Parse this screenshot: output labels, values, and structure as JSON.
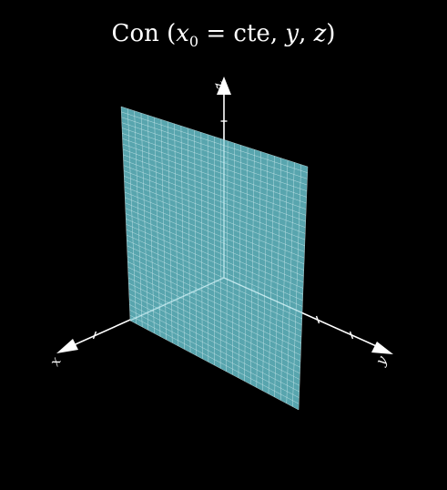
{
  "title": {
    "prefix": "Con (",
    "x_var": "x",
    "x_sub": "0",
    "middle": " = cte, ",
    "y_var": "y",
    "sep": ", ",
    "z_var": "z",
    "suffix": ")"
  },
  "axes": {
    "x_label": "x",
    "y_label": "y",
    "z_label": "z"
  },
  "plane": {
    "description_equation": "x0 = cte",
    "fill_color": "#5fb3bd",
    "grid_color": "#d8f0f3",
    "grid_divisions_u": 28,
    "grid_divisions_v": 40
  },
  "colors": {
    "background": "#000000",
    "axis": "#ffffff",
    "hidden_axis": "#cfeef2"
  }
}
